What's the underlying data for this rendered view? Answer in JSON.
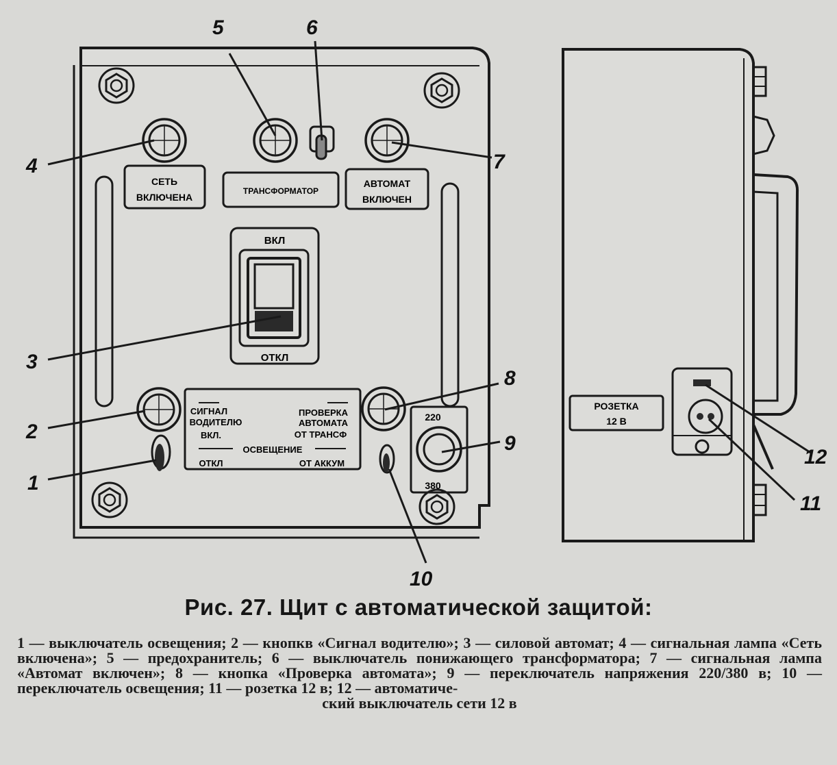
{
  "front_panel": {
    "plates": {
      "set": [
        "СЕТЬ",
        "ВКЛЮЧЕНА"
      ],
      "transformer": "ТРАНСФОРМАТОР",
      "automat": [
        "АВТОМАТ",
        "ВКЛЮЧЕН"
      ],
      "switch_on": "ВКЛ",
      "switch_off": "ОТКЛ",
      "signal_plate": {
        "top_left": [
          "СИГНАЛ",
          "ВОДИТЕЛЮ"
        ],
        "top_right": [
          "ПРОВЕРКА",
          "АВТОМАТА"
        ],
        "mid_left": "ВКЛ.",
        "mid_right": "ОТ ТРАНСФ",
        "center": "ОСВЕЩЕНИЕ",
        "bottom_left": "ОТКЛ",
        "bottom_right": "ОТ АККУМ"
      },
      "voltage_top": "220",
      "voltage_bottom": "380"
    }
  },
  "side_panel": {
    "socket_plate": [
      "РОЗЕТКА",
      "12 В"
    ]
  },
  "callouts": [
    "1",
    "2",
    "3",
    "4",
    "5",
    "6",
    "7",
    "8",
    "9",
    "10",
    "11",
    "12"
  ],
  "caption": {
    "title": "Рис. 27. Щит с автоматической защитой:",
    "legend_main": "1 — выключатель освещения; 2 — кнопкв «Сигнал водителю»; 3 — силовой автомат; 4 — сигнальная лампа «Сеть включена»; 5 — предохранитель; 6 — выключатель понижающего трансформатора; 7 — сигнальная лампа «Автомат включен»; 8 — кнопка «Проверка автомата»; 9 — переключатель напряжения 220/380 в; 10 — переключатель освещения; 11 — розетка 12 в; 12 — автоматиче-",
    "legend_last": "ский выключатель сети 12 в"
  }
}
